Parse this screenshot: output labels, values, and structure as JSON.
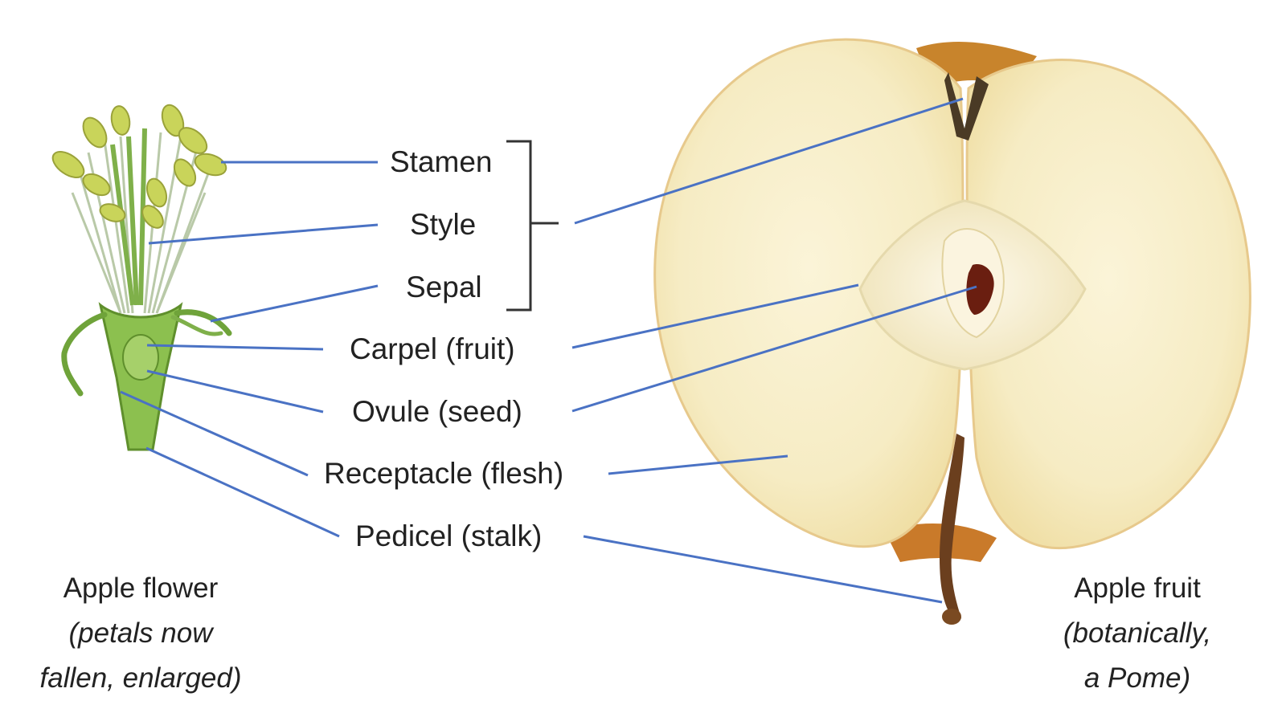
{
  "labels": {
    "stamen": "Stamen",
    "style": "Style",
    "sepal": "Sepal",
    "carpel": "Carpel (fruit)",
    "ovule": "Ovule (seed)",
    "receptacle": "Receptacle (flesh)",
    "pedicel": "Pedicel (stalk)"
  },
  "captions": {
    "flower": {
      "line1": "Apple flower",
      "line2": "(petals now",
      "line3": "fallen, enlarged)"
    },
    "fruit": {
      "line1": "Apple fruit",
      "line2": "(botanically,",
      "line3": "a Pome)"
    }
  },
  "colors": {
    "leader_line": "#4a72c4",
    "flesh": "#f8efc8",
    "skin": "#c8842c",
    "stem": "#6b3f1e",
    "flower_green": "#7cb342",
    "anther_yellow": "#c9d45a"
  }
}
